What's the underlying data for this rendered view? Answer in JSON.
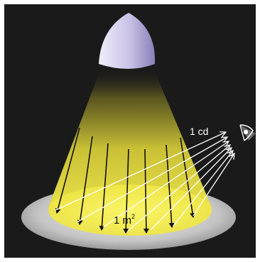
{
  "diagram": {
    "labels": {
      "intensity": "1 cd",
      "area": "1 m",
      "area_exponent": "2"
    },
    "colors": {
      "background": "#1a1a1a",
      "light_cone": "#f2e84a",
      "illuminated_area": "#f7f056",
      "floor_disc": "#bfbfbf",
      "lamp": "#d8d4ee",
      "rays": "#ffffff",
      "flux_arrows": "#111111"
    },
    "icons": [
      "lamp-icon",
      "eye-icon"
    ]
  }
}
